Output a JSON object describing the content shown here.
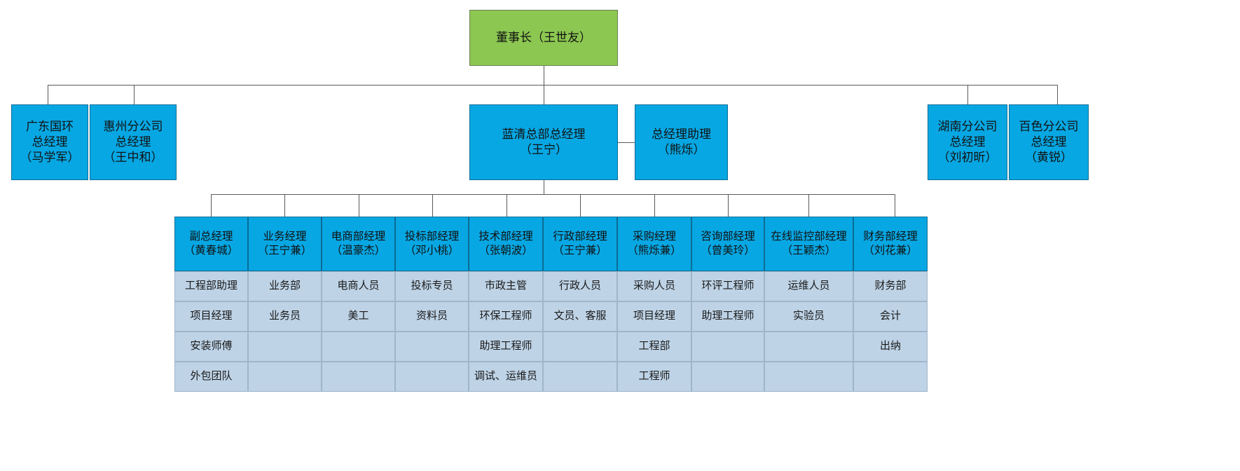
{
  "org_chart": {
    "title_node": {
      "label": "董事长（王世友）",
      "role": "董事长",
      "person": "王世友",
      "color": "#8CC751"
    },
    "node_color": "#07A7E3",
    "table_cell_color": "#BED3E6",
    "level2": [
      {
        "label": "广东国环\n总经理\n（马学军）",
        "role": "广东国环总经理",
        "person": "马学军"
      },
      {
        "label": "惠州分公司\n总经理\n（王中和）",
        "role": "惠州分公司总经理",
        "person": "王中和"
      },
      {
        "label": "蓝清总部总经理\n（王宁）",
        "role": "蓝清总部总经理",
        "person": "王宁"
      },
      {
        "label": "总经理助理\n（熊烁）",
        "role": "总经理助理",
        "person": "熊烁"
      },
      {
        "label": "湖南分公司\n总经理\n（刘初昕）",
        "role": "湖南分公司总经理",
        "person": "刘初昕"
      },
      {
        "label": "百色分公司\n总经理\n（黄锐）",
        "role": "百色分公司总经理",
        "person": "黄锐"
      }
    ],
    "departments": [
      {
        "header": "副总经理\n（黄春城）",
        "role": "副总经理",
        "person": "黄春城",
        "staff": [
          "工程部助理",
          "项目经理",
          "安装师傅",
          "外包团队"
        ]
      },
      {
        "header": "业务经理\n（王宁兼）",
        "role": "业务经理",
        "person": "王宁兼",
        "staff": [
          "业务部",
          "业务员",
          "",
          ""
        ]
      },
      {
        "header": "电商部经理\n（温豪杰）",
        "role": "电商部经理",
        "person": "温豪杰",
        "staff": [
          "电商人员",
          "美工",
          "",
          ""
        ]
      },
      {
        "header": "投标部经理\n（邓小桃）",
        "role": "投标部经理",
        "person": "邓小桃",
        "staff": [
          "投标专员",
          "资料员",
          "",
          ""
        ]
      },
      {
        "header": "技术部经理\n（张朝波）",
        "role": "技术部经理",
        "person": "张朝波",
        "staff": [
          "市政主管",
          "环保工程师",
          "助理工程师",
          "调试、运维员"
        ]
      },
      {
        "header": "行政部经理\n（王宁兼）",
        "role": "行政部经理",
        "person": "王宁兼",
        "staff": [
          "行政人员",
          "文员、客服",
          "",
          ""
        ]
      },
      {
        "header": "采购经理\n（熊烁兼）",
        "role": "采购经理",
        "person": "熊烁兼",
        "staff": [
          "采购人员",
          "项目经理",
          "工程部",
          "工程师"
        ]
      },
      {
        "header": "咨询部经理\n（曾美玲）",
        "role": "咨询部经理",
        "person": "曾美玲",
        "staff": [
          "环评工程师",
          "助理工程师",
          "",
          ""
        ]
      },
      {
        "header": "在线监控部经理\n（王颖杰）",
        "role": "在线监控部经理",
        "person": "王颖杰",
        "staff": [
          "运维人员",
          "实验员",
          "",
          ""
        ]
      },
      {
        "header": "财务部经理\n（刘花兼）",
        "role": "财务部经理",
        "person": "刘花兼",
        "staff": [
          "财务部",
          "会计",
          "出纳",
          ""
        ]
      }
    ]
  }
}
